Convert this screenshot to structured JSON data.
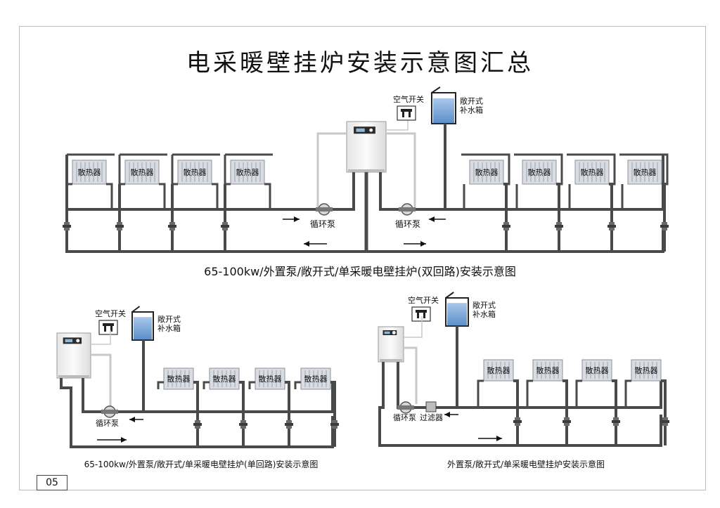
{
  "title": "电采暖壁挂炉安装示意图汇总",
  "page_number": "05",
  "labels": {
    "radiator": "散热器",
    "pump": "循环泵",
    "filter": "过滤器",
    "air_switch": "空气开关",
    "tank_line1": "敞开式",
    "tank_line2": "补水箱"
  },
  "diagrams": {
    "top_caption": "65-100kw/外置泵/敞开式/单采暖电壁挂炉(双回路)安装示意图",
    "bottom_left_caption": "65-100kw/外置泵/敞开式/单采暖电壁挂炉(单回路)安装示意图",
    "bottom_right_caption": "外置泵/敞开式/单采暖电壁挂炉安装示意图"
  },
  "colors": {
    "pipe": "#4a4a4a",
    "return_pipe": "#c8c8c8",
    "water": "#7aa6d6",
    "radiator": "#d9dde3",
    "boiler_panel": "#2b2b2b"
  }
}
